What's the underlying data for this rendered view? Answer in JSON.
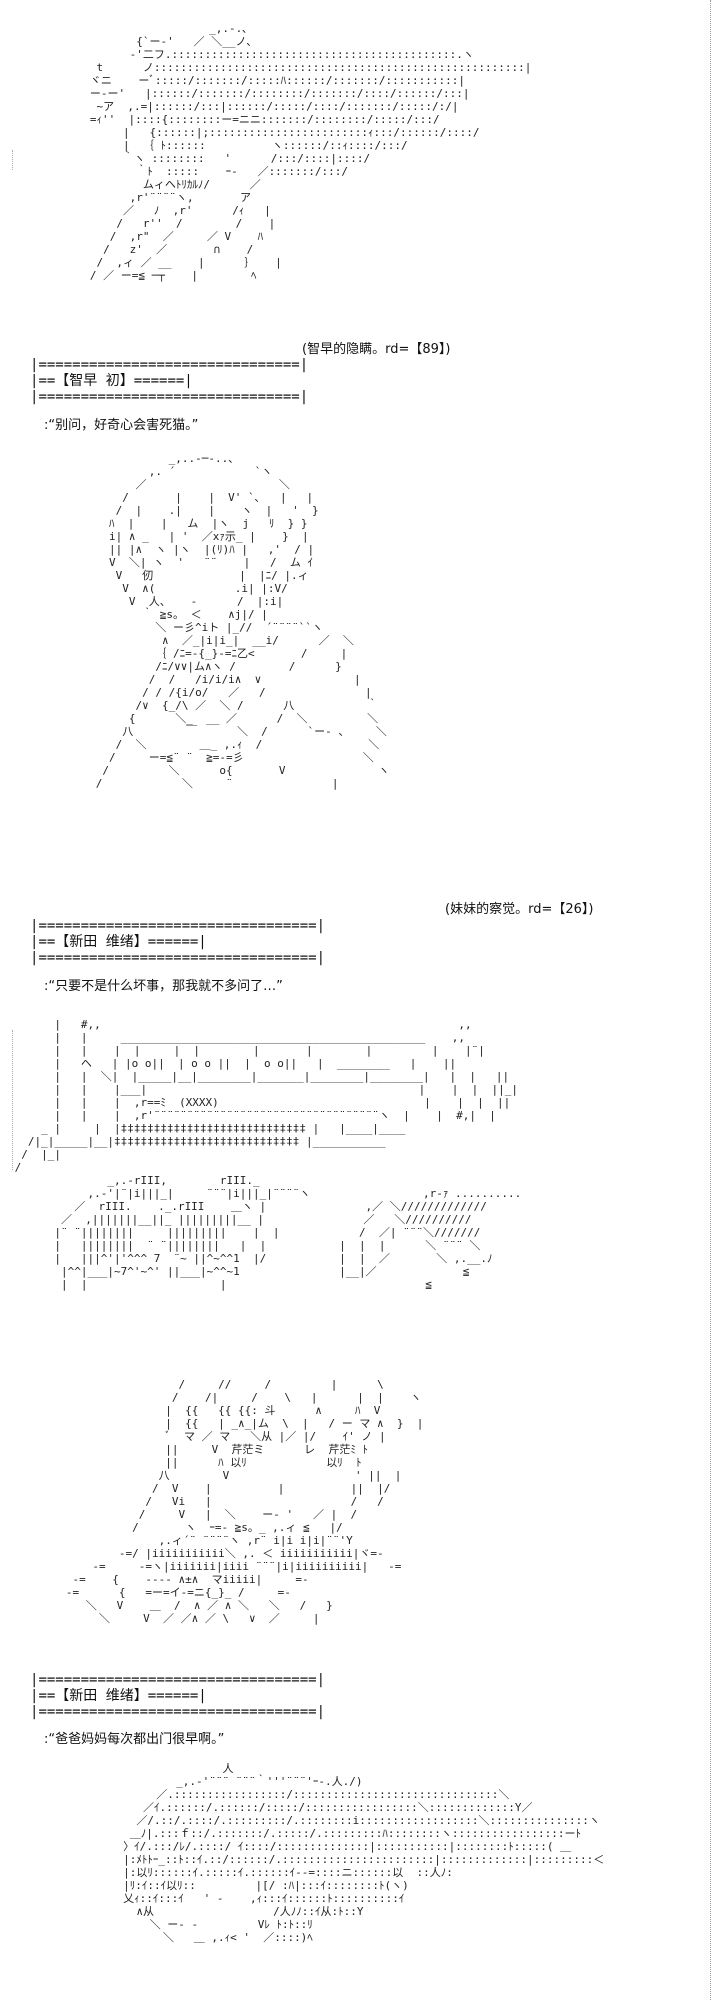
{
  "scene1": {
    "caption": "(智早的隐瞒。rd=【89】)",
    "bar": "===============================",
    "name": "==【智早 初】======",
    "quote": ":“别问，好奇心会害死猫。”"
  },
  "scene2": {
    "caption": "(妹妹的察觉。rd=【26】)",
    "bar": "=================================",
    "name": "==【新田 维绪】======",
    "quote": ":“只要不是什么坏事，那我就不多问了…”"
  },
  "scene4": {
    "bar": "=================================",
    "name": "==【新田 维绪】======",
    "quote": ":“爸爸妈妈每次都出门很早啊。”"
  }
}
